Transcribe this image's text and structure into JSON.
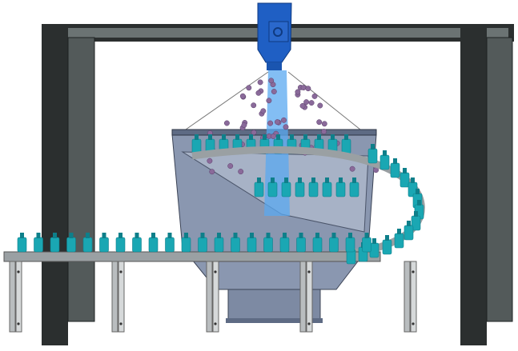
{
  "colors": {
    "frame_dark": "#2b2f2f",
    "frame_mid": "#6b7373",
    "hopper": "#1f5fc4",
    "tank": "#8a97b0",
    "tank_dark": "#5e6b84",
    "bottle": "#1aa7b3",
    "bottle_cap": "#0e7f8a",
    "droplet": "#8a6a9a",
    "spray": "#5aa8f0",
    "belt": "#9aa0a3",
    "leg": "#b9bdbf"
  },
  "counts": {
    "front_row_bottles": 22,
    "back_row_bottles": 12,
    "curve_bottles": 14,
    "droplets": 60
  }
}
